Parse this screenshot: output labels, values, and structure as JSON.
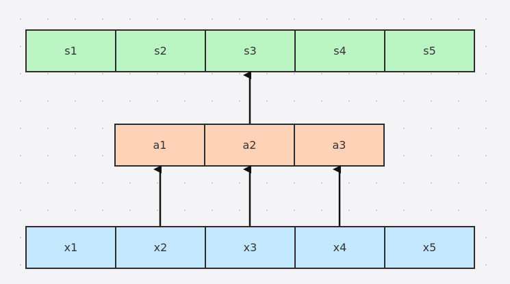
{
  "colors": {
    "top_fill": "#bcf5c4",
    "middle_fill": "#fdd2b7",
    "bottom_fill": "#c3e8fd",
    "stroke": "#2b2b2b",
    "arrow": "#111111"
  },
  "diagram": {
    "top_row": [
      "s1",
      "s2",
      "s3",
      "s4",
      "s5"
    ],
    "middle_row": [
      "a1",
      "a2",
      "a3"
    ],
    "bottom_row": [
      "x1",
      "x2",
      "x3",
      "x4",
      "x5"
    ],
    "edges": [
      {
        "from": "x2",
        "to": "a1"
      },
      {
        "from": "x3",
        "to": "a2"
      },
      {
        "from": "x4",
        "to": "a3"
      },
      {
        "from": "a2",
        "to": "s3"
      }
    ]
  }
}
